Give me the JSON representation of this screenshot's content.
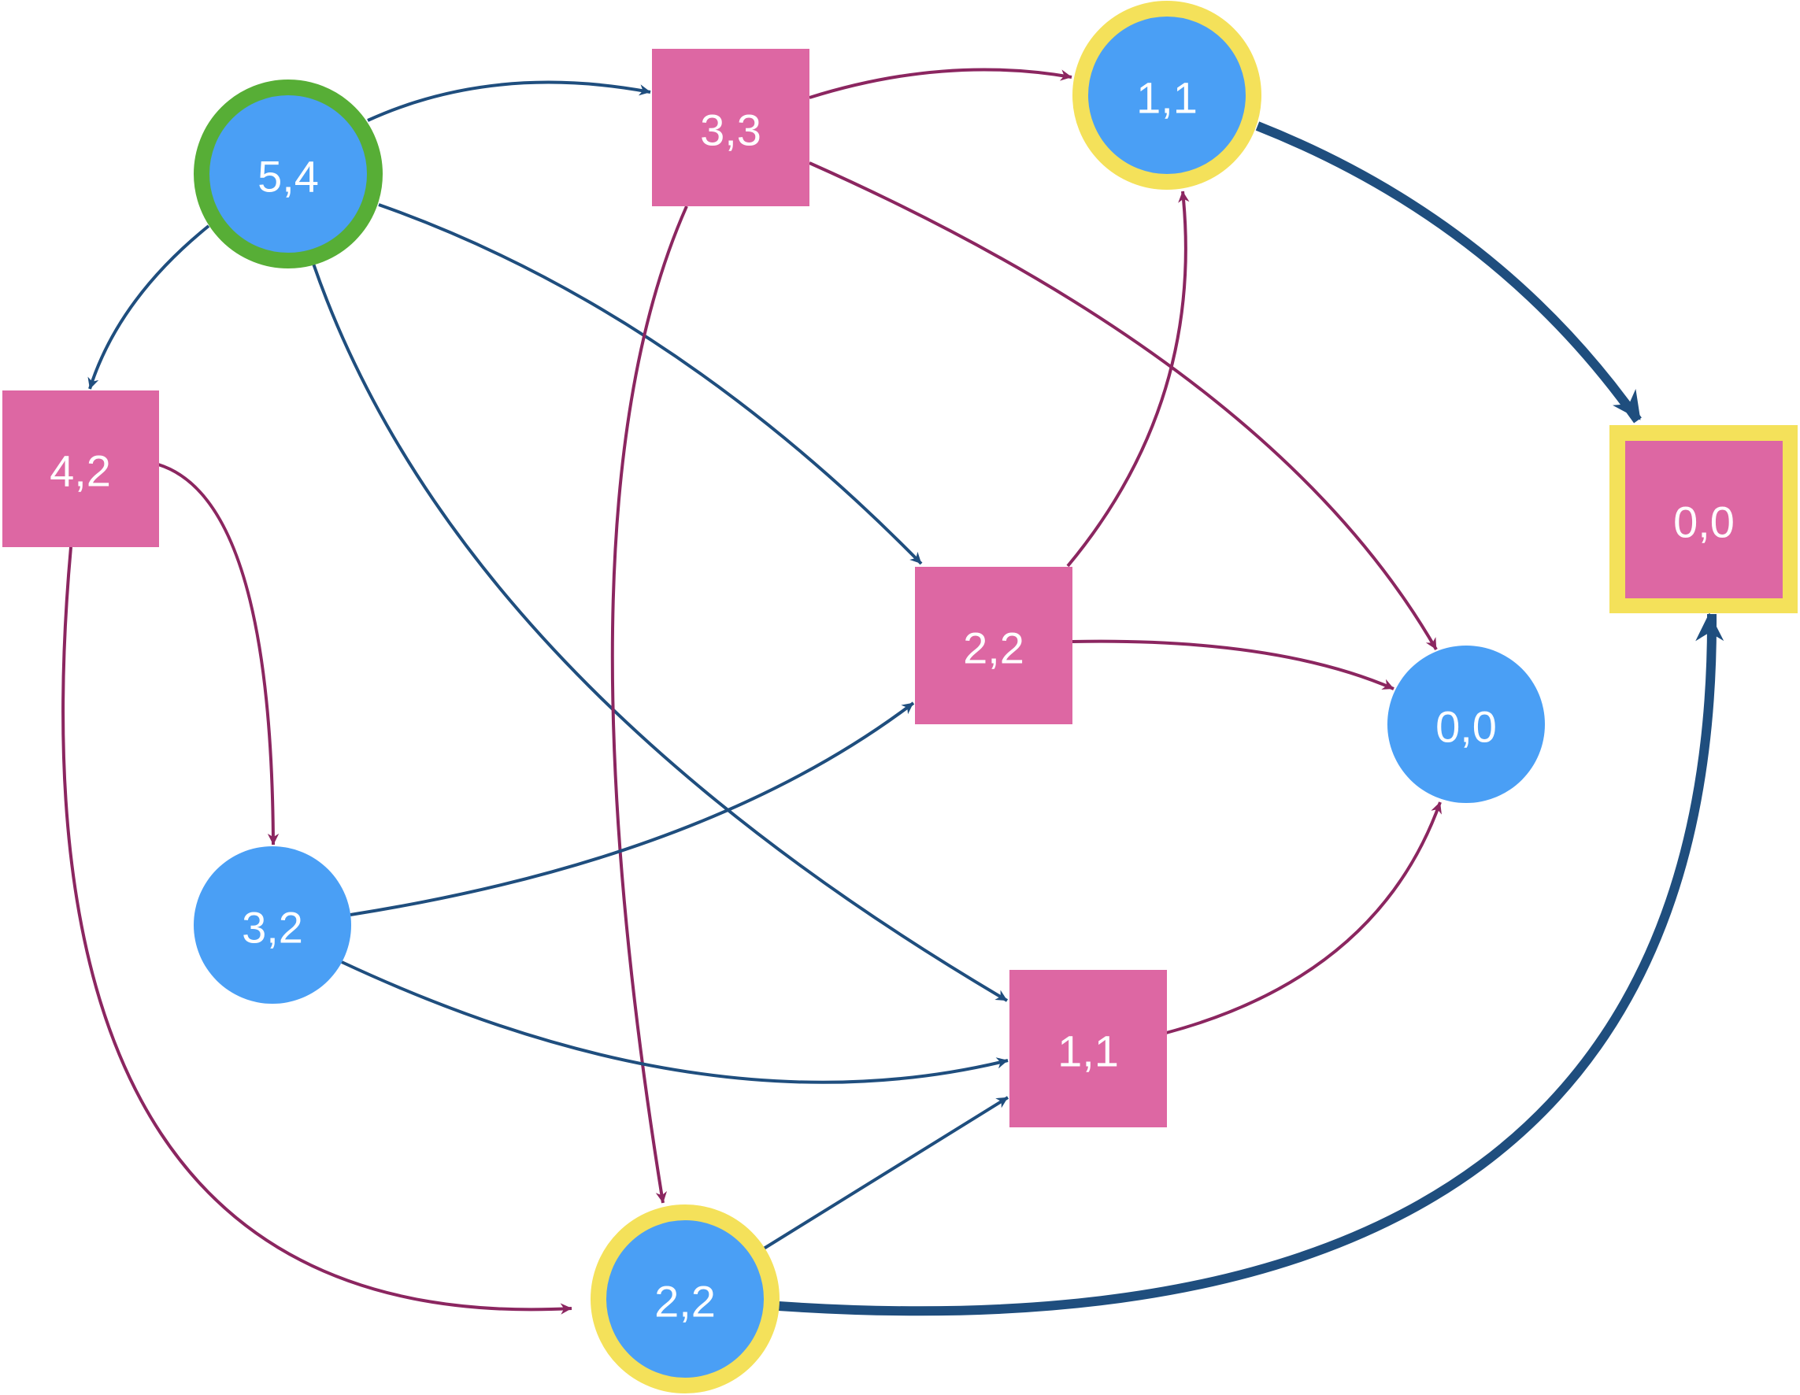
{
  "diagram": {
    "type": "directed-graph",
    "colors": {
      "circle_fill": "#4A9FF5",
      "square_fill": "#DD67A3",
      "start_ring": "#57AE36",
      "highlight_ring": "#F4E15A",
      "edge_blue": "#1F4E7E",
      "edge_magenta": "#8B2660",
      "label": "#FFFFFF"
    },
    "nodes": [
      {
        "id": "c54",
        "shape": "circle",
        "label": "5,4",
        "ring": "start"
      },
      {
        "id": "s33",
        "shape": "square",
        "label": "3,3",
        "ring": "none"
      },
      {
        "id": "c11",
        "shape": "circle",
        "label": "1,1",
        "ring": "highlight"
      },
      {
        "id": "s42",
        "shape": "square",
        "label": "4,2",
        "ring": "none"
      },
      {
        "id": "s22",
        "shape": "square",
        "label": "2,2",
        "ring": "none"
      },
      {
        "id": "s00",
        "shape": "square",
        "label": "0,0",
        "ring": "highlight"
      },
      {
        "id": "c00",
        "shape": "circle",
        "label": "0,0",
        "ring": "none"
      },
      {
        "id": "c32",
        "shape": "circle",
        "label": "3,2",
        "ring": "none"
      },
      {
        "id": "s11",
        "shape": "square",
        "label": "1,1",
        "ring": "none"
      },
      {
        "id": "c22",
        "shape": "circle",
        "label": "2,2",
        "ring": "highlight"
      }
    ],
    "edges": [
      {
        "from": "c54",
        "to": "s33",
        "color": "blue",
        "emphasis": "normal"
      },
      {
        "from": "c54",
        "to": "s42",
        "color": "blue",
        "emphasis": "normal"
      },
      {
        "from": "c54",
        "to": "s22",
        "color": "blue",
        "emphasis": "normal"
      },
      {
        "from": "c54",
        "to": "s11",
        "color": "blue",
        "emphasis": "normal"
      },
      {
        "from": "s33",
        "to": "c11",
        "color": "magenta",
        "emphasis": "normal"
      },
      {
        "from": "s33",
        "to": "c00",
        "color": "magenta",
        "emphasis": "normal"
      },
      {
        "from": "s33",
        "to": "c22",
        "color": "magenta",
        "emphasis": "normal"
      },
      {
        "from": "s42",
        "to": "c32",
        "color": "magenta",
        "emphasis": "normal"
      },
      {
        "from": "s42",
        "to": "c22",
        "color": "magenta",
        "emphasis": "normal"
      },
      {
        "from": "s22",
        "to": "c11",
        "color": "magenta",
        "emphasis": "normal"
      },
      {
        "from": "s22",
        "to": "c00",
        "color": "magenta",
        "emphasis": "normal"
      },
      {
        "from": "c32",
        "to": "s22",
        "color": "blue",
        "emphasis": "normal"
      },
      {
        "from": "c32",
        "to": "s11",
        "color": "blue",
        "emphasis": "normal"
      },
      {
        "from": "s11",
        "to": "c00",
        "color": "magenta",
        "emphasis": "normal"
      },
      {
        "from": "c22",
        "to": "s11",
        "color": "blue",
        "emphasis": "normal"
      },
      {
        "from": "c11",
        "to": "s00",
        "color": "blue",
        "emphasis": "bold"
      },
      {
        "from": "c22",
        "to": "s00",
        "color": "blue",
        "emphasis": "bold"
      }
    ]
  }
}
